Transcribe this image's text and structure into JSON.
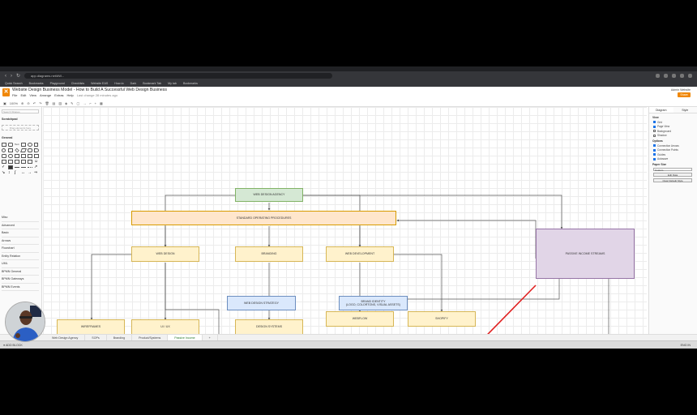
{
  "browser": {
    "url": "app.diagrams.net/#W...",
    "bookmarks": [
      "Quick Search",
      "Bookmarks",
      "Playground",
      "Checklists",
      "Website EAS",
      "How-to",
      "Dark",
      "Bookmark Tab",
      "My tab",
      "Bookmarks"
    ]
  },
  "app": {
    "logo_letter": "✕",
    "doc_title": "Website Design Business Model - How to Build A Successful Web Design Business",
    "menus": [
      "File",
      "Edit",
      "View",
      "Arrange",
      "Extras",
      "Help"
    ],
    "save_note": "Last change 28 minutes ago",
    "user": "Admin Website",
    "share_label": "Share",
    "zoom": "100%"
  },
  "left_panel": {
    "search_placeholder": "Search Shapes",
    "scratchpad": "Scratchpad",
    "drop_hint": "Drag elements here",
    "general": "General",
    "libraries": [
      "Misc",
      "Advanced",
      "Basic",
      "Arrows",
      "Flowchart",
      "Entity Relation",
      "UML",
      "BPMN General",
      "BPMN Gateways",
      "BPMN Events"
    ]
  },
  "diagram": {
    "nodes": {
      "agency": "WEB DESIGN AGENCY",
      "sop": "STANDARD OPERATING PROCEDURES",
      "web_design": "WEB DESIGN",
      "branding": "BRANDING",
      "web_dev": "WEB DEVELOPMENT",
      "passive": "PASSIVE INCOME STREAMS",
      "wireframes": "WIREFRAMES",
      "uiux": "UI / UX",
      "design_systems": "DESIGN SYSTEMS",
      "webflow": "WEBFLOW",
      "shopify": "SHOPIFY",
      "strategy": "WEB DESIGN STRATEGY",
      "brand_identity_1": "BRAND IDENTITY",
      "brand_identity_2": "(LOGO, COLORTONS, VISUAL ASSETS)"
    },
    "annotation_color": "#e02020"
  },
  "right_panel": {
    "tabs": [
      "Diagram",
      "Style"
    ],
    "view": "View",
    "view_opts": [
      "Grid",
      "Page View",
      "Background",
      "Shadow"
    ],
    "options": "Options",
    "option_items": [
      "Connection Arrows",
      "Connection Points",
      "Guides",
      "Autosave"
    ],
    "paper": "Paper Size",
    "paper_value": "Custom",
    "edit_data": "Edit Data",
    "clear_default": "Clear Default Style"
  },
  "page_tabs": [
    "Web Design Agency",
    "SOPs",
    "Branding",
    "Product/Systems",
    "Passive Income"
  ],
  "active_page": "Passive Income",
  "taskbar": {
    "left": "● ADD BLOCK",
    "right": "ENG IN"
  }
}
